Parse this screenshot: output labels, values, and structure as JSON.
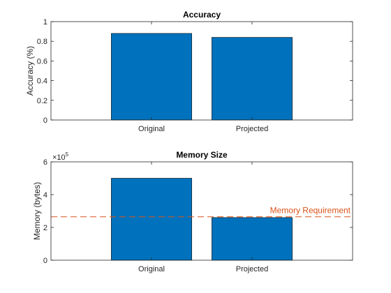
{
  "colors": {
    "bar_fill": "#0072BD",
    "bar_edge": "#000000",
    "axis": "#262626",
    "reference_line": "#D95319"
  },
  "chart_data": [
    {
      "type": "bar",
      "title": "Accuracy",
      "ylabel": "Accuracy (%)",
      "xlabel": "",
      "categories": [
        "Original",
        "Projected"
      ],
      "values": [
        0.88,
        0.84
      ],
      "ylim": [
        0,
        1
      ],
      "yticks": [
        0,
        0.2,
        0.4,
        0.6,
        0.8,
        1
      ],
      "ytick_labels": [
        "0",
        "0.2",
        "0.4",
        "0.6",
        "0.8",
        "1"
      ],
      "grid": false
    },
    {
      "type": "bar",
      "title": "Memory Size",
      "ylabel": "Memory (bytes)",
      "xlabel": "",
      "categories": [
        "Original",
        "Projected"
      ],
      "values": [
        500000,
        260000
      ],
      "ylim": [
        0,
        600000
      ],
      "yticks": [
        0,
        200000,
        400000,
        600000
      ],
      "ytick_labels": [
        "0",
        "2",
        "4",
        "6"
      ],
      "y_exponent_base": "×10",
      "y_exponent_power": "5",
      "grid": false,
      "reference_line": {
        "value": 265000,
        "label": "Memory Requirement",
        "style": "dashed"
      }
    }
  ]
}
